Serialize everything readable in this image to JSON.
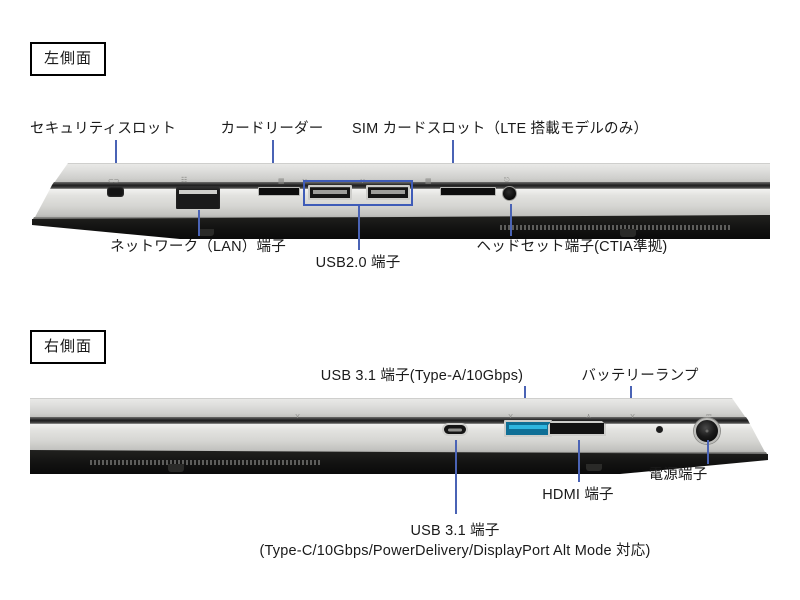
{
  "page": {
    "title": "ノートパソコン側面インターフェース図"
  },
  "sections": [
    {
      "id": "left-side",
      "heading": "左側面",
      "labels_above": [
        {
          "name": "security-slot",
          "text": "セキュリティスロット"
        },
        {
          "name": "card-reader",
          "text": "カードリーダー"
        },
        {
          "name": "sim-card-slot",
          "text": "SIM カードスロット（LTE 搭載モデルのみ）"
        }
      ],
      "labels_below": [
        {
          "name": "lan-port",
          "text": "ネットワーク（LAN）端子"
        },
        {
          "name": "usb20-port",
          "text": "USB2.0 端子"
        },
        {
          "name": "headset-jack",
          "text": "ヘッドセット端子(CTIA準拠)"
        }
      ]
    },
    {
      "id": "right-side",
      "heading": "右側面",
      "labels_above": [
        {
          "name": "usb31-type-a",
          "text": "USB 3.1 端子(Type-A/10Gbps)"
        },
        {
          "name": "battery-lamp",
          "text": "バッテリーランプ"
        }
      ],
      "labels_below": [
        {
          "name": "hdmi-port",
          "text": "HDMI 端子"
        },
        {
          "name": "power-jack",
          "text": "電源端子"
        },
        {
          "name": "usb31-type-c-line1",
          "text": "USB 3.1 端子"
        },
        {
          "name": "usb31-type-c-line2",
          "text": "(Type-C/10Gbps/PowerDelivery/DisplayPort Alt Mode 対応)"
        }
      ]
    }
  ],
  "port_glyphs": {
    "lock": "⊂⊃",
    "lan": "器",
    "sd": "▤",
    "usb": "⋎",
    "headphone": "◠",
    "hdmi": "⊐",
    "power": "⎓"
  },
  "colors": {
    "leader_line": "#4a63b5",
    "highlight_box": "#3f5cb8",
    "text": "#1a1a1a",
    "chassis_light": "#e2e2df",
    "chassis_dark": "#1b1b1b",
    "usb3_blue": "#0f6f96",
    "page_background": "#ffffff"
  }
}
